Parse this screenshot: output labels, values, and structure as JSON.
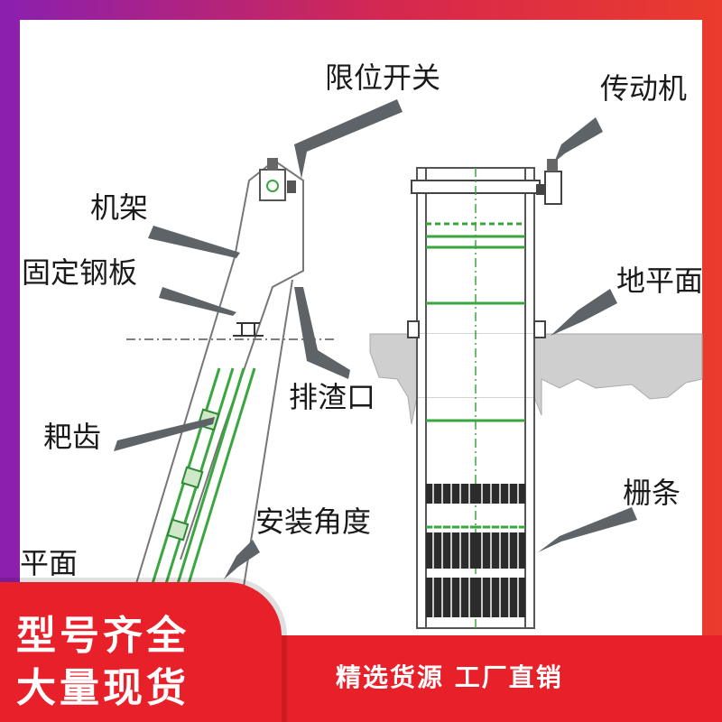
{
  "labels": {
    "limit_switch": "限位开关",
    "drive": "传动机",
    "frame": "机架",
    "fixed_plate": "固定钢板",
    "ground": "地平面",
    "outlet": "排渣口",
    "rake_teeth": "耙齿",
    "install_angle": "安装角度",
    "grille": "栅条",
    "plane": "平面"
  },
  "banner": {
    "line1": "型号齐全",
    "line2": "大量现货",
    "tagline": "精选货源  工厂直销"
  },
  "colors": {
    "banner_red": "#e8202a",
    "gradient_start": "#8a1fb0",
    "gradient_end": "#ea3b2c",
    "callout_gray": "#5e6368",
    "outline_green": "#3aa640"
  }
}
